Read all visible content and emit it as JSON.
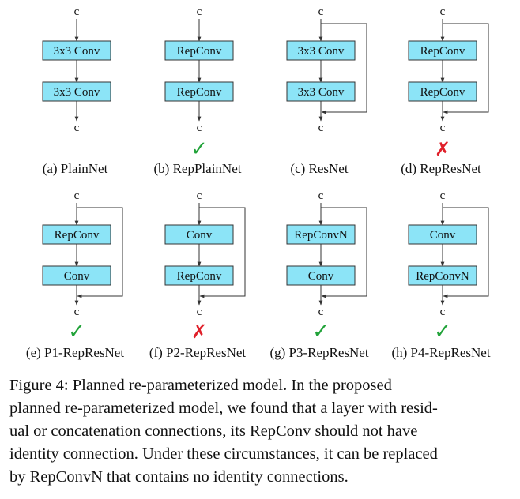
{
  "node_label": "c",
  "panels": [
    {
      "id": "a",
      "caption": "(a) PlainNet",
      "top_block": "3x3 Conv",
      "bottom_block": "3x3 Conv",
      "skip_connection": false,
      "verdict": "none"
    },
    {
      "id": "b",
      "caption": "(b) RepPlainNet",
      "top_block": "RepConv",
      "bottom_block": "RepConv",
      "skip_connection": false,
      "verdict": "check"
    },
    {
      "id": "c",
      "caption": "(c) ResNet",
      "top_block": "3x3 Conv",
      "bottom_block": "3x3 Conv",
      "skip_connection": true,
      "verdict": "none"
    },
    {
      "id": "d",
      "caption": "(d) RepResNet",
      "top_block": "RepConv",
      "bottom_block": "RepConv",
      "skip_connection": true,
      "verdict": "cross"
    },
    {
      "id": "e",
      "caption": "(e) P1-RepResNet",
      "top_block": "RepConv",
      "bottom_block": "Conv",
      "skip_connection": true,
      "verdict": "check"
    },
    {
      "id": "f",
      "caption": "(f) P2-RepResNet",
      "top_block": "Conv",
      "bottom_block": "RepConv",
      "skip_connection": true,
      "verdict": "cross"
    },
    {
      "id": "g",
      "caption": "(g) P3-RepResNet",
      "top_block": "RepConvN",
      "bottom_block": "Conv",
      "skip_connection": true,
      "verdict": "check"
    },
    {
      "id": "h",
      "caption": "(h) P4-RepResNet",
      "top_block": "Conv",
      "bottom_block": "RepConvN",
      "skip_connection": true,
      "verdict": "check"
    }
  ],
  "verdict_symbols": {
    "check": "✓",
    "cross": "✗"
  },
  "colors": {
    "block_fill": "#8ce4f7",
    "check": "#22a33a",
    "cross": "#e0202a"
  },
  "figure_caption": {
    "lines": [
      "Figure 4: Planned re-parameterized model. In the proposed",
      "planned re-parameterized model, we found that a layer with resid-",
      "ual or concatenation connections, its RepConv should not have",
      "identity connection. Under these circumstances, it can be replaced",
      "by RepConvN that contains no identity connections."
    ]
  }
}
